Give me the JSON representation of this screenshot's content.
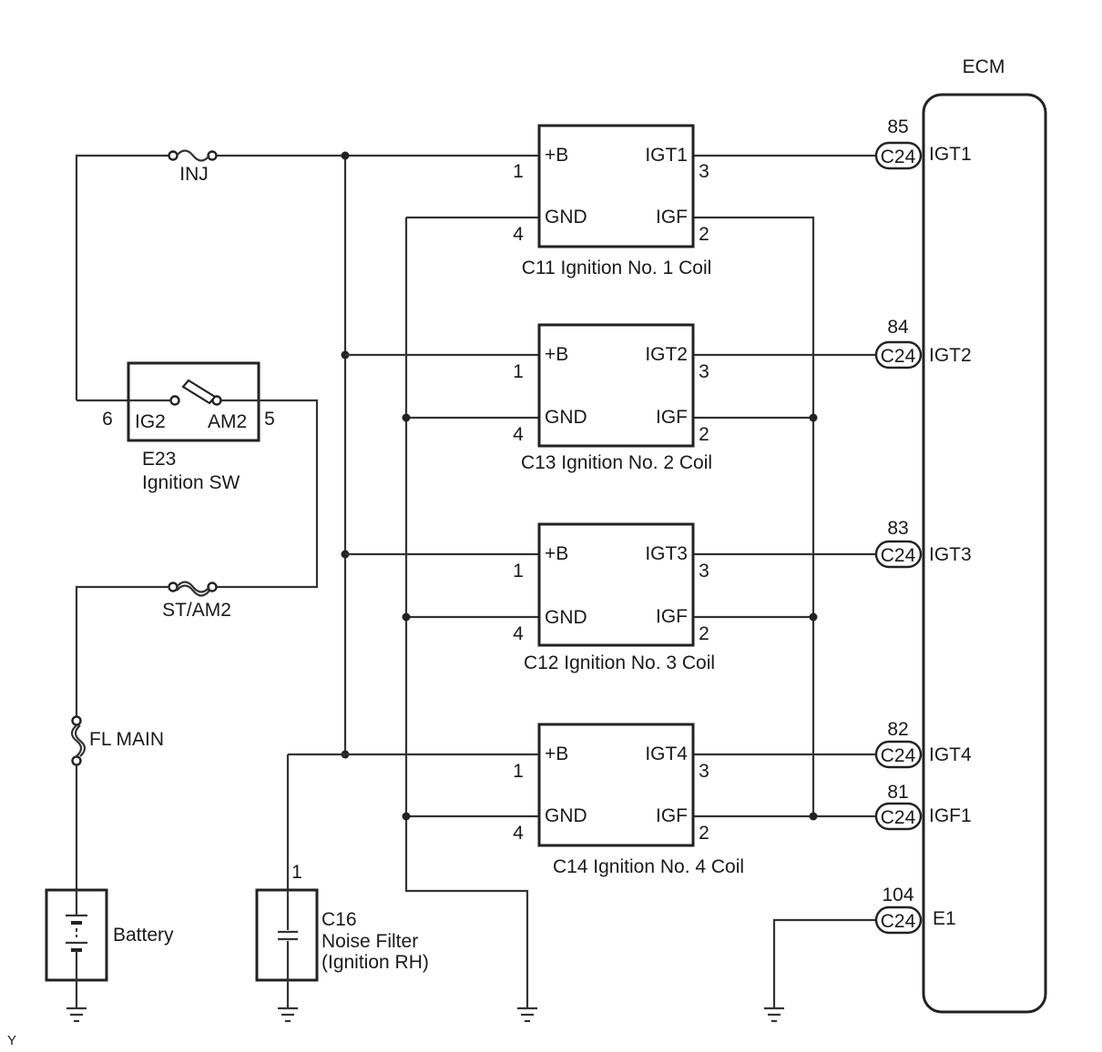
{
  "ecm": {
    "label": "ECM",
    "connector": "C24",
    "pins": [
      {
        "num": "85",
        "name": "IGT1"
      },
      {
        "num": "84",
        "name": "IGT2"
      },
      {
        "num": "83",
        "name": "IGT3"
      },
      {
        "num": "82",
        "name": "IGT4"
      },
      {
        "num": "81",
        "name": "IGF1"
      },
      {
        "num": "104",
        "name": "E1"
      }
    ]
  },
  "coils": [
    {
      "label": "C11 Ignition No. 1 Coil",
      "igt": "IGT1"
    },
    {
      "label": "C13 Ignition No. 2 Coil",
      "igt": "IGT2"
    },
    {
      "label": "C12 Ignition No. 3 Coil",
      "igt": "IGT3"
    },
    {
      "label": "C14 Ignition No. 4 Coil",
      "igt": "IGT4"
    }
  ],
  "coil_pins": {
    "b": "+B",
    "gnd": "GND",
    "igf": "IGF",
    "p1": "1",
    "p2": "2",
    "p3": "3",
    "p4": "4"
  },
  "fuses": {
    "inj": "INJ",
    "st_am2": "ST/AM2",
    "fl_main": "FL MAIN"
  },
  "ignition_switch": {
    "code": "E23",
    "name": "Ignition SW",
    "ig2": "IG2",
    "am2": "AM2",
    "pin_ig2": "6",
    "pin_am2": "5"
  },
  "battery": {
    "label": "Battery"
  },
  "noise_filter": {
    "code": "C16",
    "name": "Noise Filter",
    "sub": "(Ignition RH)",
    "pin": "1"
  },
  "corner_mark": "Y"
}
